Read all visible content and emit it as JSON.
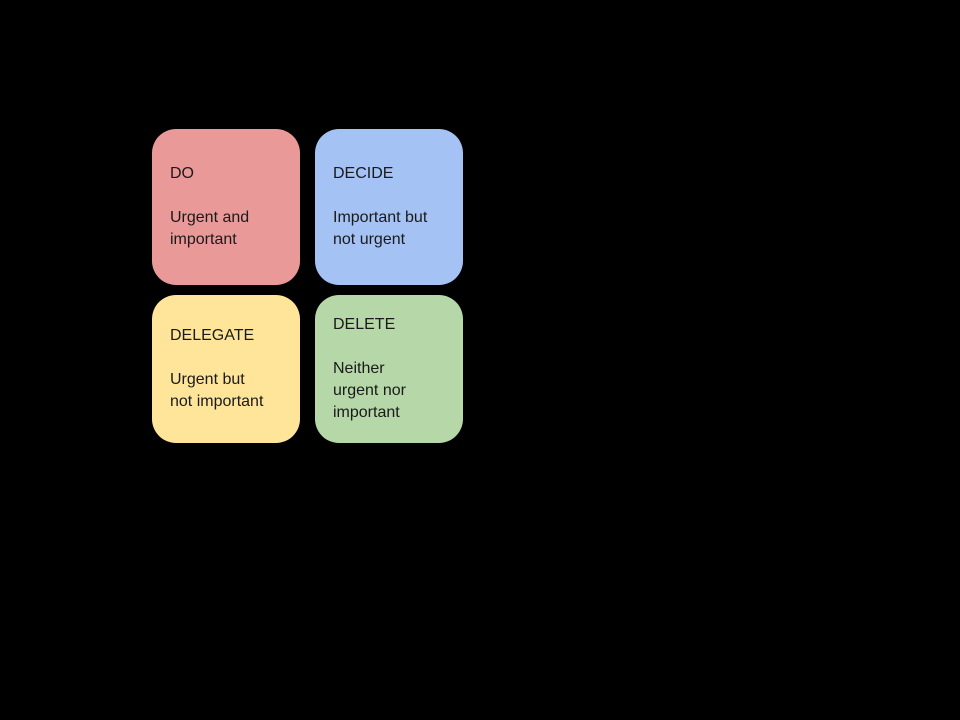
{
  "canvas": {
    "background_color": "#000000",
    "text_color": "#1a1a1a"
  },
  "matrix": {
    "quadrants": [
      {
        "id": "do",
        "title": "DO",
        "description": "Urgent and\nimportant",
        "color": "#ea9999"
      },
      {
        "id": "decide",
        "title": "DECIDE",
        "description": "Important but\nnot urgent",
        "color": "#a4c2f4"
      },
      {
        "id": "delegate",
        "title": "DELEGATE",
        "description": "Urgent but\nnot important",
        "color": "#ffe599"
      },
      {
        "id": "delete",
        "title": "DELETE",
        "description": "Neither\nurgent nor\nimportant",
        "color": "#b6d7a8"
      }
    ]
  }
}
